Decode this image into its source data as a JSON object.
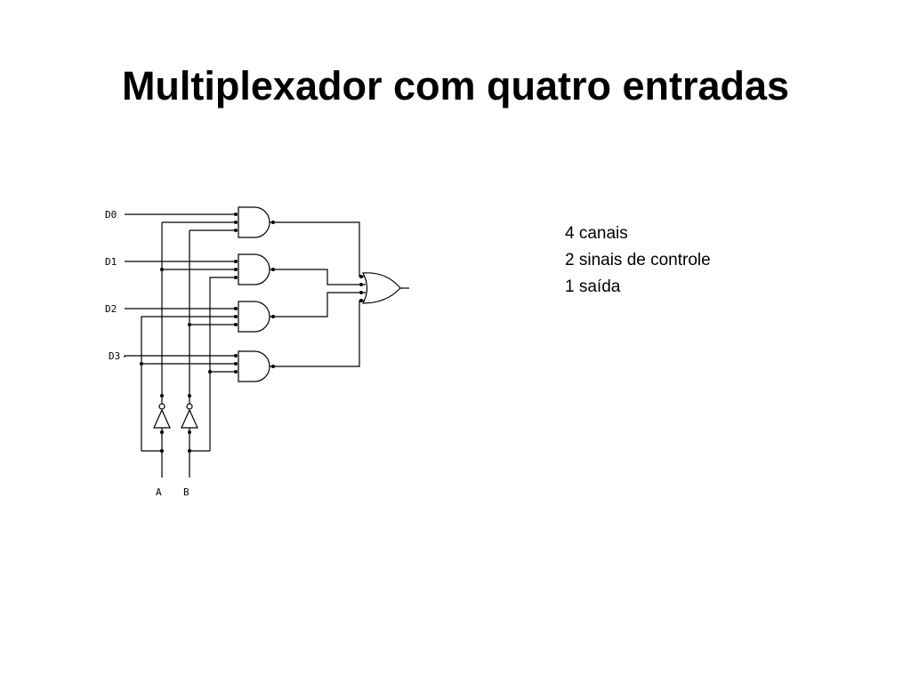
{
  "slide": {
    "title": "Multiplexador com quatro entradas"
  },
  "diagram": {
    "inputs": [
      "D0",
      "D1",
      "D2",
      "D3"
    ],
    "controls": [
      "A",
      "B"
    ],
    "gates": {
      "and": 4,
      "or": 1,
      "not": 2
    }
  },
  "notes": {
    "lines": [
      "4 canais",
      "2 sinais de controle",
      "1 saída"
    ]
  }
}
